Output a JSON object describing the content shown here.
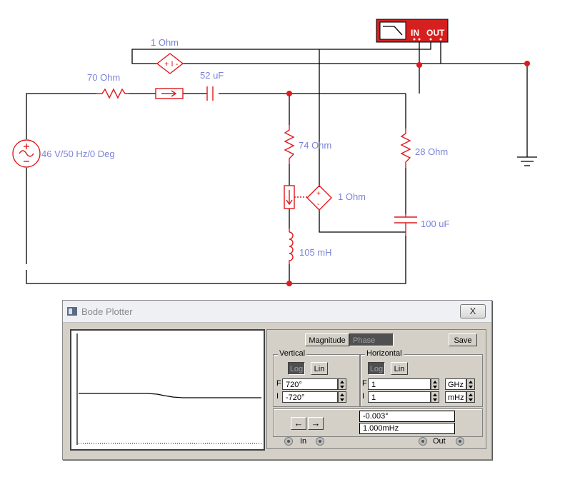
{
  "circuit": {
    "labels": {
      "ccvs_top": "1  Ohm",
      "r70": "70  Ohm",
      "c52": "52 uF",
      "source": "46 V/50 Hz/0 Deg",
      "r74": "74  Ohm",
      "r28": "28  Ohm",
      "ccvs_mid": "1  Ohm",
      "c100": "100 uF",
      "l105": "105 mH"
    },
    "plotter_terminals": {
      "in": "IN",
      "out": "OUT"
    },
    "colors": {
      "wire": "#000000",
      "component": "#e0191d",
      "label": "#7b83d6",
      "plotter": "#d62020"
    }
  },
  "bode": {
    "title": "Bode Plotter",
    "close": "X",
    "buttons": {
      "magnitude": "Magnitude",
      "phase": "Phase",
      "save": "Save"
    },
    "vertical": {
      "title": "Vertical",
      "log": "Log",
      "lin": "Lin",
      "f_label": "F",
      "f_value": "720°",
      "i_label": "I",
      "i_value": "-720°"
    },
    "horizontal": {
      "title": "Horizontal",
      "log": "Log",
      "lin": "Lin",
      "f_label": "F",
      "f_value": "1",
      "f_unit": "GHz",
      "i_label": "I",
      "i_value": "1",
      "i_unit": "mHz"
    },
    "readout": {
      "value": "-0.003°",
      "freq": "1.000mHz"
    },
    "arrows": {
      "left": "←",
      "right": "→"
    },
    "terminals": {
      "in": "In",
      "out": "Out"
    }
  }
}
